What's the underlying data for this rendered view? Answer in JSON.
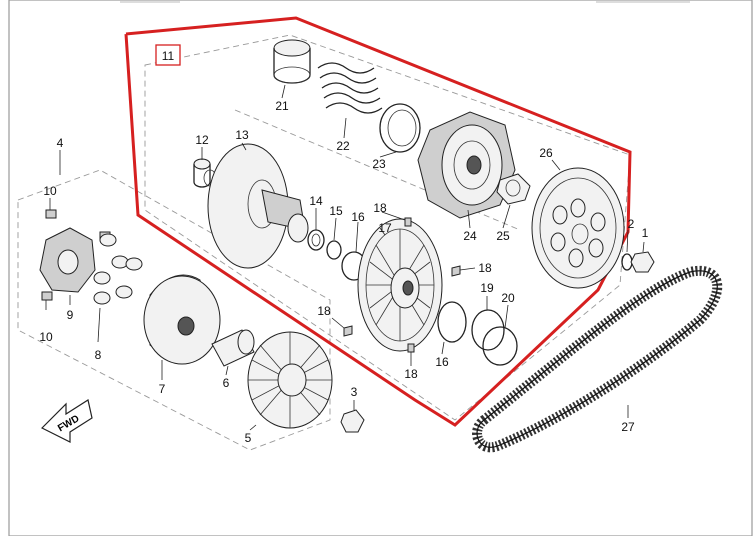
{
  "diagram": {
    "group_label": "11",
    "parts": [
      "1",
      "2",
      "3",
      "4",
      "5",
      "6",
      "7",
      "8",
      "9",
      "10",
      "10",
      "12",
      "13",
      "14",
      "15",
      "16",
      "17",
      "18",
      "18",
      "18",
      "18",
      "19",
      "20",
      "21",
      "22",
      "23",
      "24",
      "25",
      "26",
      "27"
    ],
    "arrow_text": "FWD",
    "colors": {
      "highlight": "#d62020",
      "line": "#222222",
      "frame": "#9a9a9a"
    }
  }
}
